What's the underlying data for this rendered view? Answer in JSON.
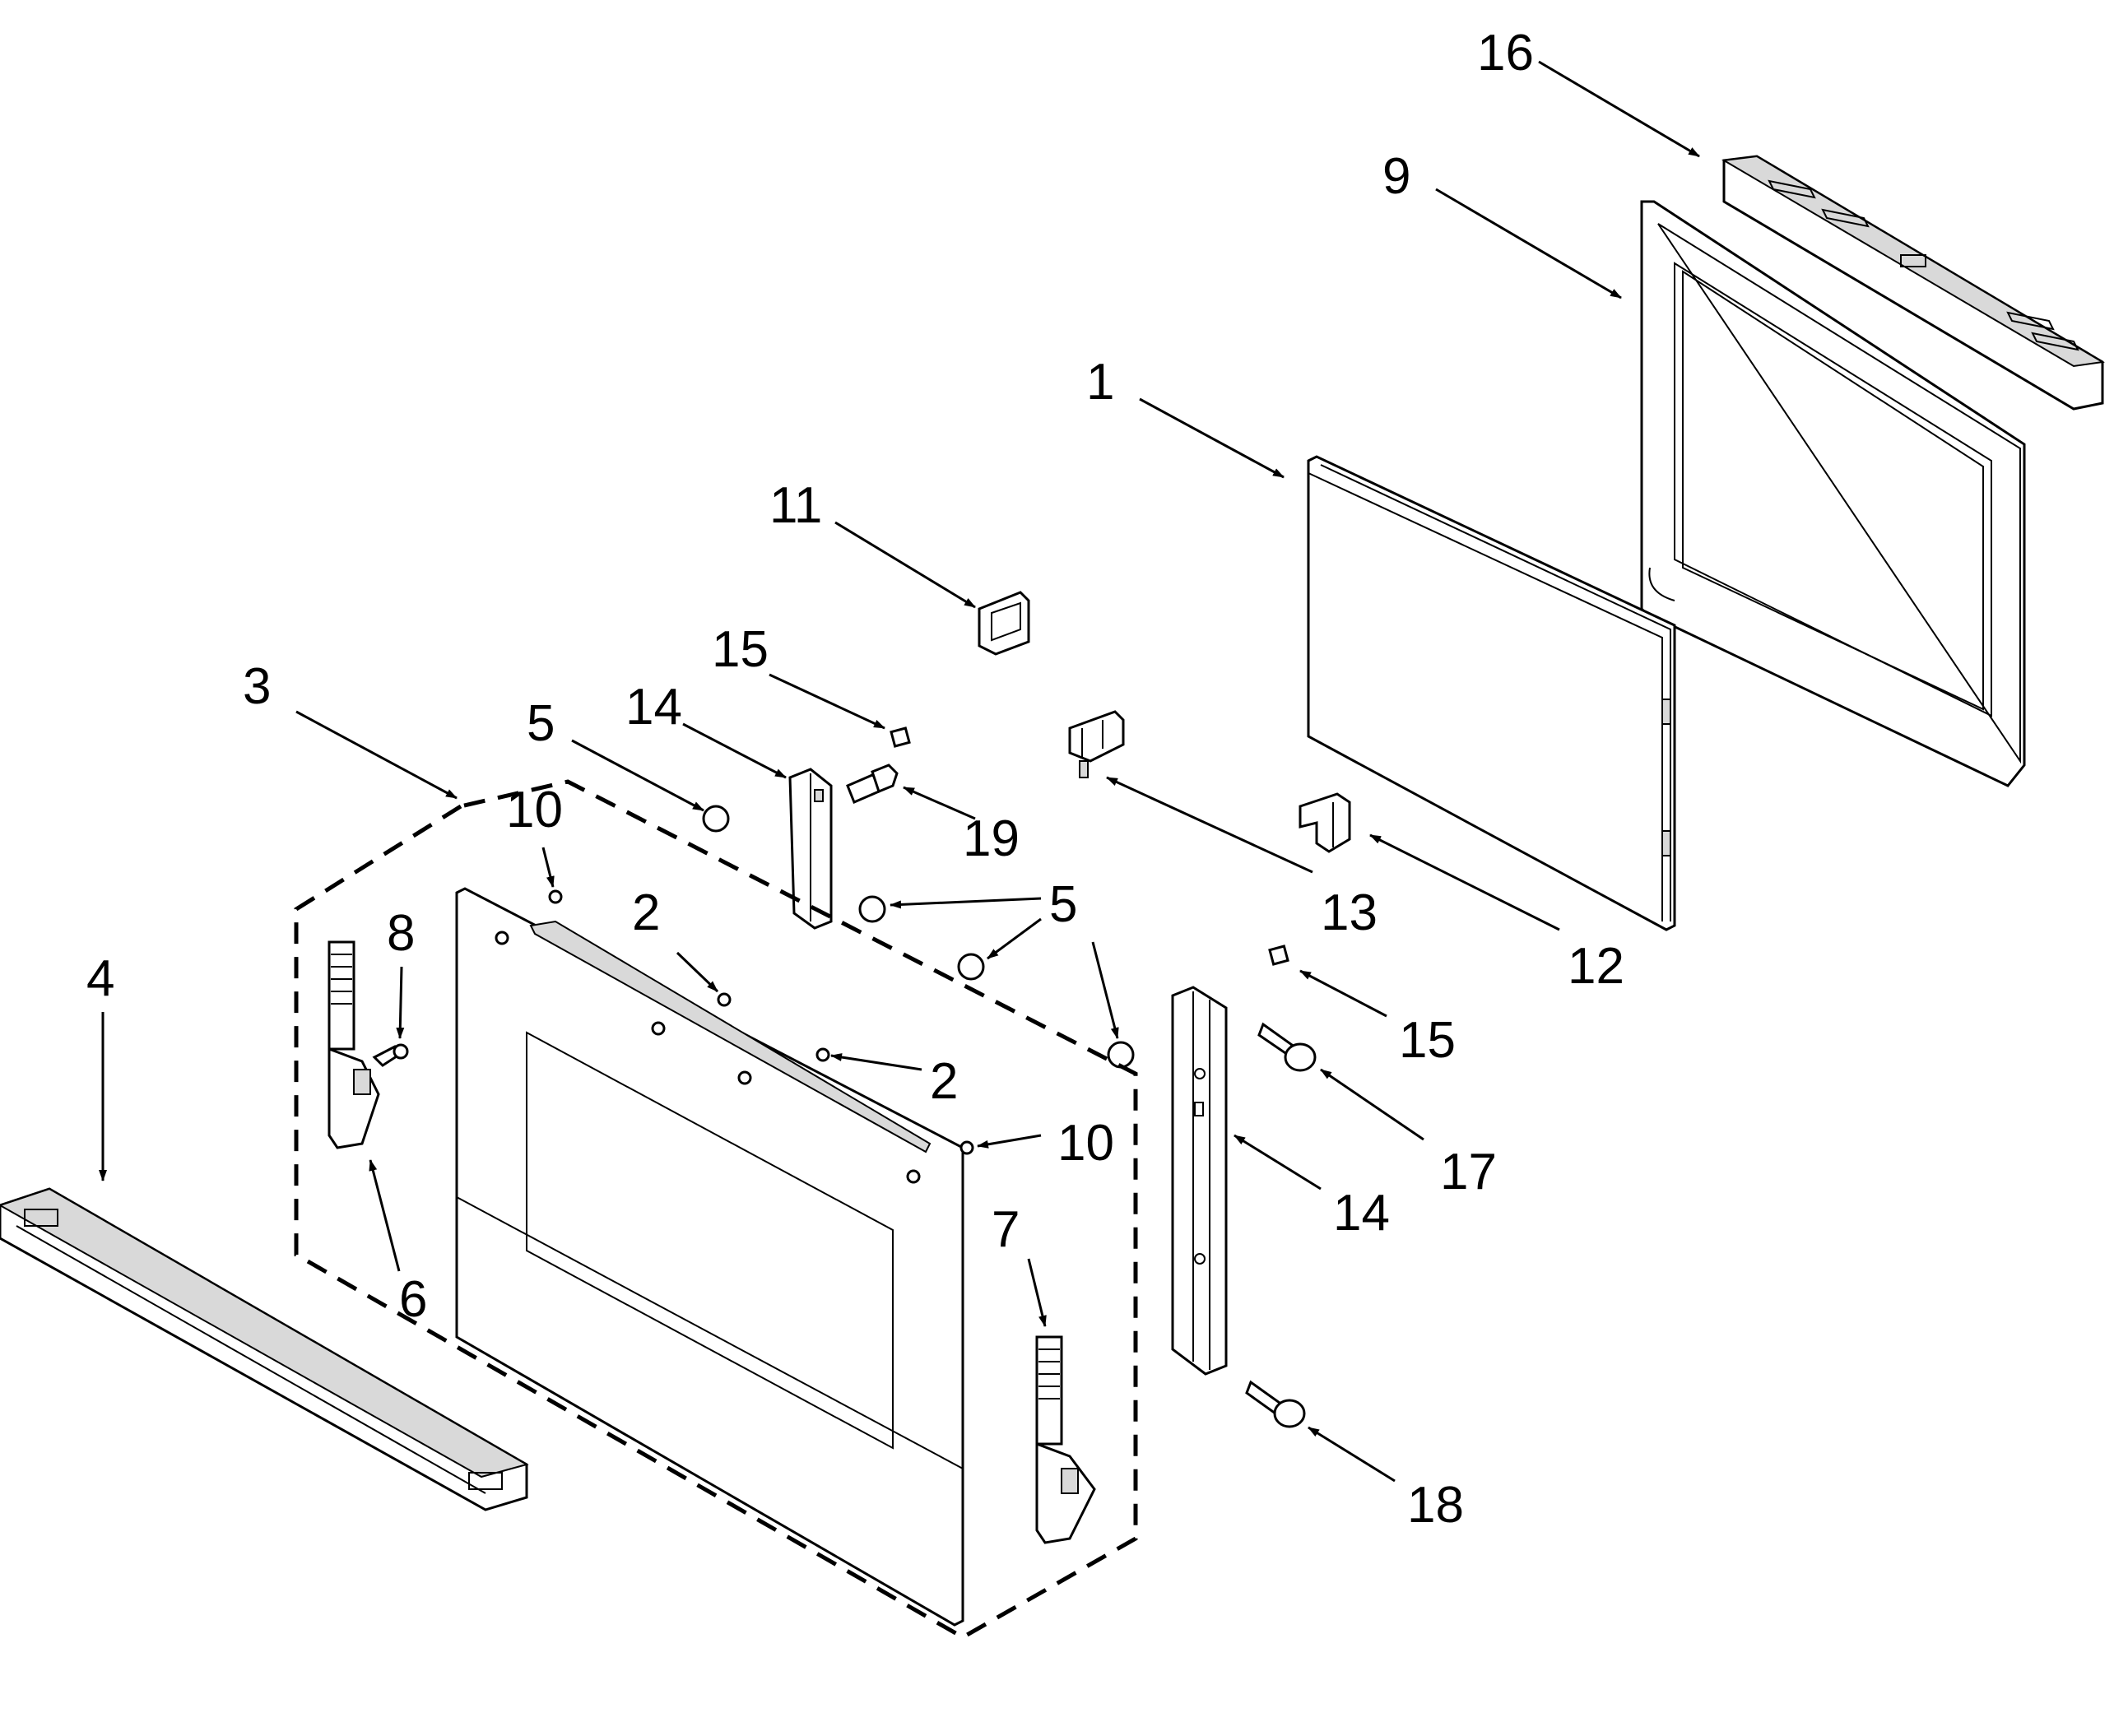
{
  "callouts": [
    {
      "label": "16"
    },
    {
      "label": "9"
    },
    {
      "label": "1"
    },
    {
      "label": "11"
    },
    {
      "label": "15"
    },
    {
      "label": "14"
    },
    {
      "label": "3"
    },
    {
      "label": "5"
    },
    {
      "label": "10"
    },
    {
      "label": "19"
    },
    {
      "label": "13"
    },
    {
      "label": "5"
    },
    {
      "label": "12"
    },
    {
      "label": "4"
    },
    {
      "label": "8"
    },
    {
      "label": "2"
    },
    {
      "label": "2"
    },
    {
      "label": "5"
    },
    {
      "label": "15"
    },
    {
      "label": "10"
    },
    {
      "label": "17"
    },
    {
      "label": "14"
    },
    {
      "label": "6"
    },
    {
      "label": "7"
    },
    {
      "label": "18"
    }
  ]
}
